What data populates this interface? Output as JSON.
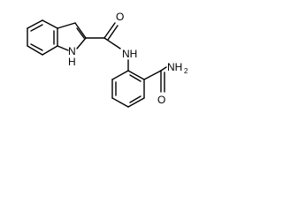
{
  "molecule": {
    "atoms": {
      "O_amide1": "O",
      "NH_linker": "NH",
      "N_indole": "N",
      "H_indole": "H",
      "N_amide2": "NH",
      "N_amide2_sub": "2",
      "O_amide2": "O"
    }
  }
}
